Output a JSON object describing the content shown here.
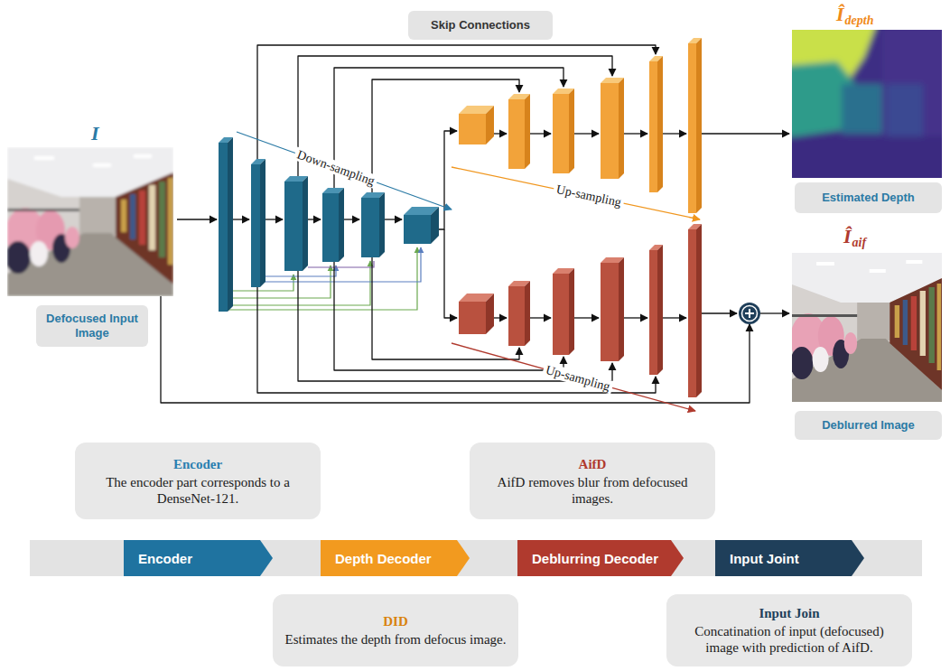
{
  "diagram": {
    "nodes": [
      {
        "text": [
          "Skip Connections"
        ]
      },
      {
        "text": [
          "Defocused Input Image"
        ]
      },
      {
        "text": [
          "Estimated Depth"
        ]
      },
      {
        "text": [
          "Deblurred Image"
        ]
      },
      {
        "text": [
          "Encoder",
          "The encoder part corresponds to a DenseNet-121."
        ]
      },
      {
        "text": [
          "AifD",
          "AifD removes blur from defocused images."
        ]
      },
      {
        "text": [
          "Encoder"
        ]
      },
      {
        "text": [
          "Depth Decoder"
        ]
      },
      {
        "text": [
          "Deblurring Decoder"
        ]
      },
      {
        "text": [
          "Input Joint"
        ]
      },
      {
        "text": [
          "DID",
          "Estimates the depth from defocus image."
        ]
      },
      {
        "text": [
          "Input Join",
          "Concatination of input (defocused) image with prediction of AifD."
        ]
      }
    ],
    "labels": [
      "Î",
      "depth",
      "I",
      "Down-sampling",
      "Up-sampling",
      "Î",
      "aif",
      "Up-sampling"
    ]
  }
}
